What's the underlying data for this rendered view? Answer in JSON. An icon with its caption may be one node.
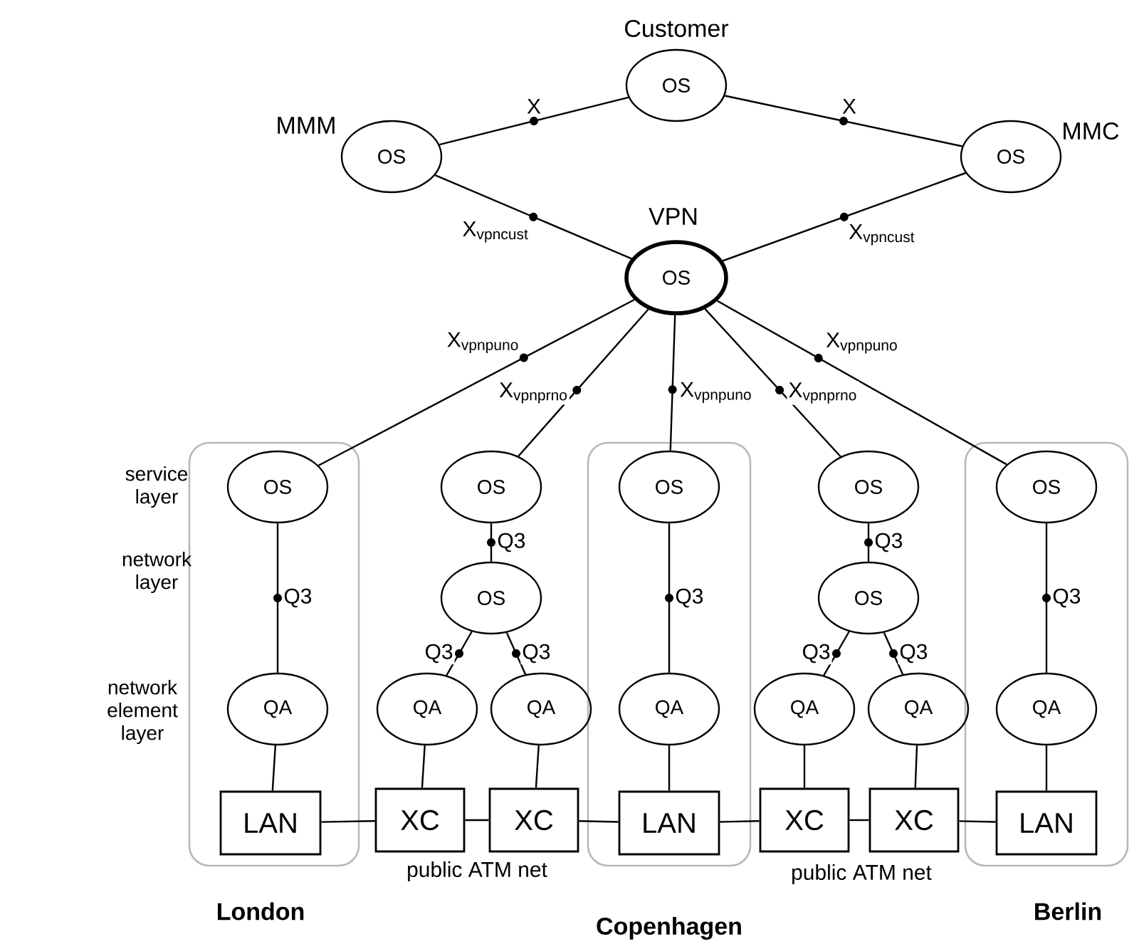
{
  "diagram": {
    "nodes": [
      {
        "text": [
          "London"
        ]
      },
      {
        "text": [
          "Copenhagen"
        ]
      },
      {
        "text": [
          "Berlin"
        ]
      },
      {
        "text": [
          "Customer",
          "OS"
        ]
      },
      {
        "text": [
          "MMM",
          "OS"
        ]
      },
      {
        "text": [
          "MMC",
          "OS"
        ]
      },
      {
        "text": [
          "VPN",
          "OS"
        ]
      },
      {
        "text": [
          "OS"
        ],
        "in": 0
      },
      {
        "text": [
          "OS"
        ]
      },
      {
        "text": [
          "OS"
        ],
        "in": 1
      },
      {
        "text": [
          "OS"
        ]
      },
      {
        "text": [
          "OS"
        ],
        "in": 2
      },
      {
        "text": [
          "OS"
        ]
      },
      {
        "text": [
          "OS"
        ]
      },
      {
        "text": [
          "QA"
        ],
        "in": 0
      },
      {
        "text": [
          "QA"
        ]
      },
      {
        "text": [
          "QA"
        ]
      },
      {
        "text": [
          "QA"
        ],
        "in": 1
      },
      {
        "text": [
          "QA"
        ]
      },
      {
        "text": [
          "QA"
        ]
      },
      {
        "text": [
          "QA"
        ],
        "in": 2
      },
      {
        "text": [
          "LAN"
        ],
        "in": 0
      },
      {
        "text": [
          "XC"
        ]
      },
      {
        "text": [
          "XC"
        ]
      },
      {
        "text": [
          "LAN"
        ],
        "in": 1
      },
      {
        "text": [
          "XC"
        ]
      },
      {
        "text": [
          "XC"
        ]
      },
      {
        "text": [
          "LAN"
        ],
        "in": 2
      }
    ],
    "edges": [
      {
        "from": 4,
        "to": 3,
        "arrow": "none",
        "label": "X"
      },
      {
        "from": 3,
        "to": 5,
        "arrow": "none",
        "label": "X"
      },
      {
        "from": 4,
        "to": 6,
        "arrow": "none",
        "label": "X$_{vpncust}$"
      },
      {
        "from": 5,
        "to": 6,
        "arrow": "none",
        "label": "X$_{vpncust}$"
      },
      {
        "from": 6,
        "to": 7,
        "arrow": "none",
        "label": "X$_{vpnpuno}$"
      },
      {
        "from": 6,
        "to": 8,
        "arrow": "none",
        "label": "X$_{vpnprno}$"
      },
      {
        "from": 6,
        "to": 9,
        "arrow": "none",
        "label": "X$_{vpnpuno}$"
      },
      {
        "from": 6,
        "to": 10,
        "arrow": "none",
        "label": "X$_{vpnprno}$"
      },
      {
        "from": 6,
        "to": 11,
        "arrow": "none",
        "label": "X$_{vpnpuno}$"
      },
      {
        "from": 7,
        "to": 14,
        "arrow": "none",
        "label": "Q3"
      },
      {
        "from": 8,
        "to": 12,
        "arrow": "none",
        "label": "Q3"
      },
      {
        "from": 12,
        "to": 15,
        "arrow": "none",
        "label": "Q3"
      },
      {
        "from": 12,
        "to": 16,
        "arrow": "none",
        "label": "Q3"
      },
      {
        "from": 9,
        "to": 17,
        "arrow": "none",
        "label": "Q3"
      },
      {
        "from": 10,
        "to": 13,
        "arrow": "none",
        "label": "Q3"
      },
      {
        "from": 13,
        "to": 18,
        "arrow": "none",
        "label": "Q3"
      },
      {
        "from": 13,
        "to": 19,
        "arrow": "none",
        "label": "Q3"
      },
      {
        "from": 11,
        "to": 20,
        "arrow": "none",
        "label": "Q3"
      },
      {
        "from": 14,
        "to": 21,
        "arrow": "none"
      },
      {
        "from": 15,
        "to": 22,
        "arrow": "none"
      },
      {
        "from": 16,
        "to": 23,
        "arrow": "none"
      },
      {
        "from": 17,
        "to": 24,
        "arrow": "none"
      },
      {
        "from": 18,
        "to": 25,
        "arrow": "none"
      },
      {
        "from": 19,
        "to": 26,
        "arrow": "none"
      },
      {
        "from": 20,
        "to": 27,
        "arrow": "none"
      },
      {
        "from": 21,
        "to": 22,
        "arrow": "none"
      },
      {
        "from": 22,
        "to": 23,
        "arrow": "none"
      },
      {
        "from": 23,
        "to": 24,
        "arrow": "none"
      },
      {
        "from": 24,
        "to": 25,
        "arrow": "none"
      },
      {
        "from": 25,
        "to": 26,
        "arrow": "none"
      },
      {
        "from": 26,
        "to": 27,
        "arrow": "none"
      }
    ],
    "labels": [
      "service layer",
      "network layer",
      "network element layer",
      "public ATM net",
      "public ATM net"
    ]
  }
}
